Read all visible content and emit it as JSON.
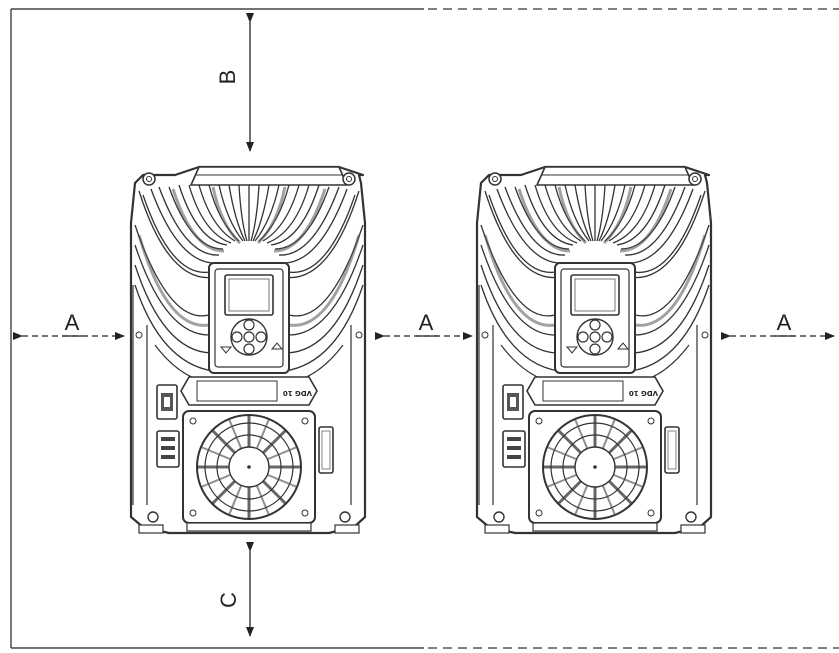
{
  "dimensions": {
    "label_a": "A",
    "label_b": "B",
    "label_c": "C"
  },
  "device": {
    "nameplate_text": "VDG 10"
  },
  "colors": {
    "line": "#222222",
    "device_stroke": "#333333",
    "fill": "#ffffff"
  }
}
